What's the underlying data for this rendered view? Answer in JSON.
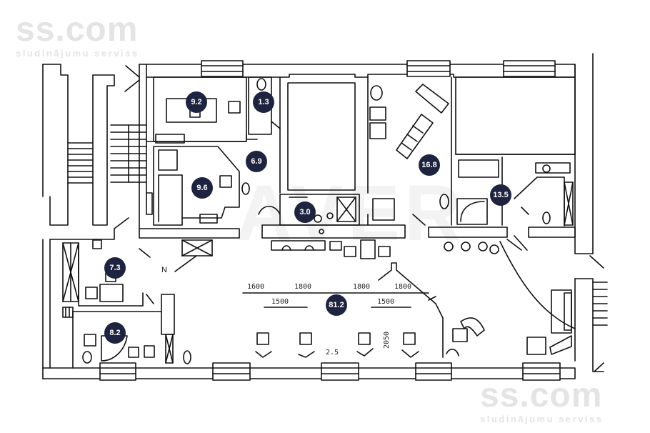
{
  "watermark": {
    "brand": "ss.com",
    "tagline": "sludinājumu serviss",
    "center_mark": "AVER"
  },
  "north_label": "N",
  "rooms": [
    {
      "area": "9.2"
    },
    {
      "area": "1.3"
    },
    {
      "area": "6.9"
    },
    {
      "area": "9.6"
    },
    {
      "area": "3.0"
    },
    {
      "area": "16.8"
    },
    {
      "area": "13.5"
    },
    {
      "area": "7.3"
    },
    {
      "area": "8.2"
    },
    {
      "area": "81.2"
    }
  ],
  "dimensions": {
    "d1": "1600",
    "d2": "1800",
    "d3": "1800",
    "d4": "1800",
    "d5": "1500",
    "d6": "1500",
    "d7": "2050",
    "d8": "2.5"
  },
  "colors": {
    "badge": "#1e2340",
    "wall": "#111111",
    "watermark": "#e4e4e4"
  }
}
